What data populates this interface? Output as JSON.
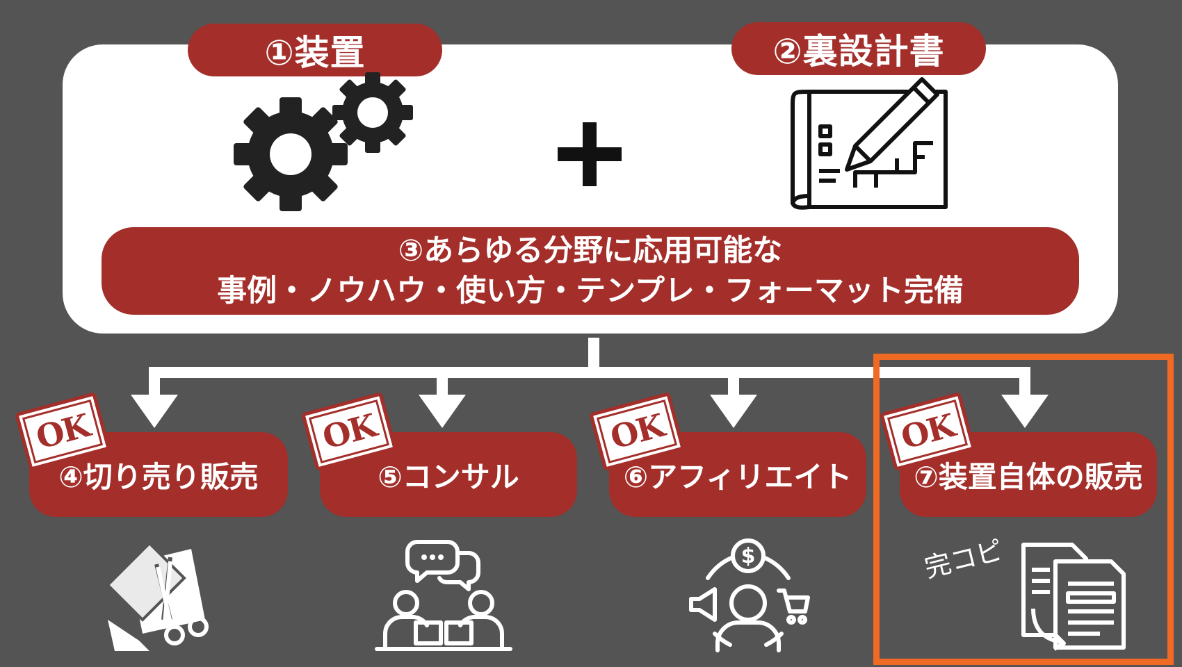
{
  "top": {
    "device_label": "①装置",
    "blueprint_label": "②裏設計書",
    "bar_line1": "③あらゆる分野に応用可能な",
    "bar_line2": "事例・ノウハウ・使い方・テンプレ・フォーマット完備"
  },
  "methods": [
    {
      "label": "④切り売り販売",
      "stamp": "OK"
    },
    {
      "label": "⑤コンサル",
      "stamp": "OK"
    },
    {
      "label": "⑥アフィリエイト",
      "stamp": "OK"
    },
    {
      "label": "⑦装置自体の販売",
      "stamp": "OK"
    }
  ],
  "note": "完コピ",
  "colors": {
    "background": "#545454",
    "panel": "#ffffff",
    "pill": "#a32e2a",
    "highlight": "#f06a23"
  },
  "icons": [
    "gears-icon",
    "plus-icon",
    "blueprint-pencil-icon",
    "cut-paper-icon",
    "consultation-icon",
    "affiliate-icon",
    "copy-documents-icon"
  ]
}
